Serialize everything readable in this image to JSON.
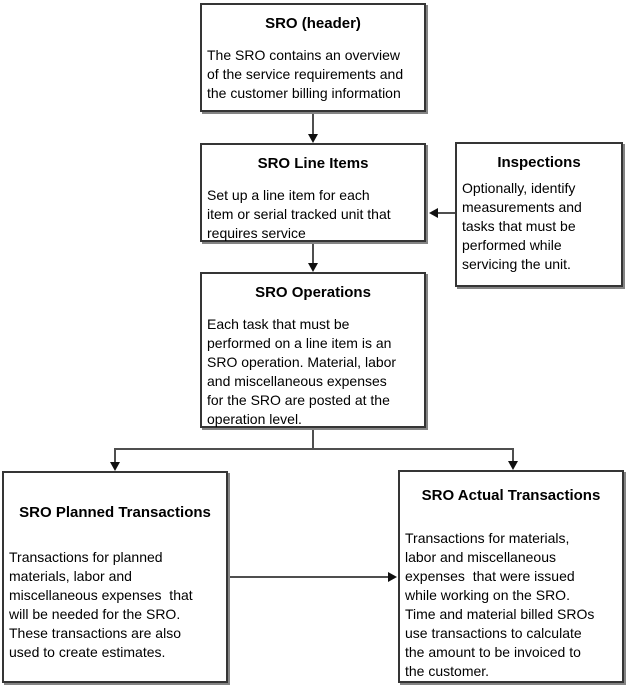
{
  "diagram": {
    "title": "SRO structure flowchart",
    "colors": {
      "background": "#ffffff",
      "box_border": "#353535",
      "box_shadow": "#848484",
      "connector_line": "#4f4f4f",
      "arrowhead": "#101010",
      "text": "#000000"
    },
    "boxes": [
      {
        "id": "sro-header",
        "title": "SRO (header)",
        "body": "The SRO contains an overview\nof the service requirements and\nthe customer billing information"
      },
      {
        "id": "sro-line-items",
        "title": "SRO Line Items",
        "body": "Set up a line item for each\nitem or serial tracked unit that\nrequires service"
      },
      {
        "id": "inspections",
        "title": "Inspections",
        "body": "Optionally, identify\nmeasurements and\ntasks that must be\nperformed while\nservicing the unit."
      },
      {
        "id": "sro-operations",
        "title": "SRO Operations",
        "body": "Each task that must be\nperformed on a line item is an\nSRO operation. Material, labor\nand miscellaneous expenses\nfor the SRO are posted at the\noperation level."
      },
      {
        "id": "sro-planned-transactions",
        "title": "SRO Planned Transactions",
        "body": "Transactions for planned\nmaterials, labor and\nmiscellaneous expenses  that\nwill be needed for the SRO.\nThese transactions are also\nused to create estimates."
      },
      {
        "id": "sro-actual-transactions",
        "title": "SRO Actual Transactions",
        "body": "Transactions for materials,\nlabor and miscellaneous\nexpenses  that were issued\nwhile working on the SRO.\nTime and material billed SROs\nuse transactions to calculate\nthe amount to be invoiced to\nthe customer."
      }
    ],
    "connectors": [
      {
        "from": "sro-header",
        "to": "sro-line-items",
        "direction": "down"
      },
      {
        "from": "inspections",
        "to": "sro-line-items",
        "direction": "left"
      },
      {
        "from": "sro-line-items",
        "to": "sro-operations",
        "direction": "down"
      },
      {
        "from": "sro-operations",
        "to": "sro-planned-transactions",
        "direction": "down"
      },
      {
        "from": "sro-operations",
        "to": "sro-actual-transactions",
        "direction": "down"
      },
      {
        "from": "sro-planned-transactions",
        "to": "sro-actual-transactions",
        "direction": "right"
      }
    ]
  }
}
